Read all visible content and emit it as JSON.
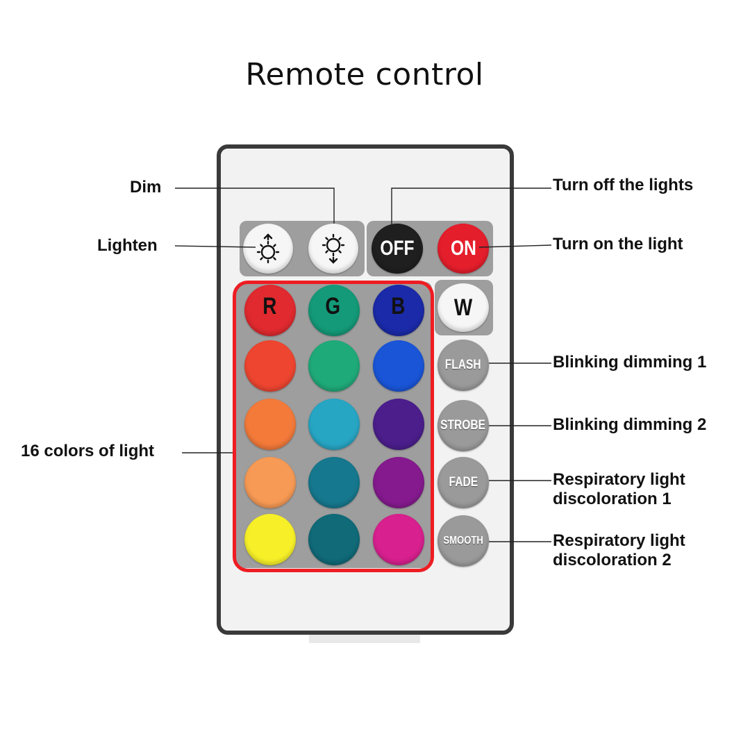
{
  "title": "Remote control",
  "buttons": {
    "lighten": "lighten",
    "dim": "dim",
    "off": "OFF",
    "on": "ON",
    "r": "R",
    "g": "G",
    "b": "B",
    "w": "W",
    "flash": "FLASH",
    "strobe": "STROBE",
    "fade": "FADE",
    "smooth": "SMOOTH"
  },
  "color_grid": [
    [
      "#e02a2f",
      "#149a78",
      "#1b2aa8"
    ],
    [
      "#ee4530",
      "#1faa7a",
      "#1a55d8"
    ],
    [
      "#f47a3a",
      "#27a6c4",
      "#4b1e8c"
    ],
    [
      "#f79a55",
      "#16788e",
      "#851a8e"
    ],
    [
      "#f7f029",
      "#106a78",
      "#d8208e"
    ]
  ],
  "colors": {
    "off_button": "#1f1f1f",
    "on_button": "#e51e2c",
    "highlight_frame": "#ee1d23"
  },
  "callouts": {
    "dim": "Dim",
    "lighten": "Lighten",
    "turn_off": "Turn off the lights",
    "turn_on": "Turn on the light",
    "colors": "16 colors of light",
    "flash": "Blinking dimming 1",
    "strobe": "Blinking dimming 2",
    "fade_1": "Respiratory light",
    "fade_2": "discoloration 1",
    "smooth_1": "Respiratory light",
    "smooth_2": "discoloration 2"
  }
}
